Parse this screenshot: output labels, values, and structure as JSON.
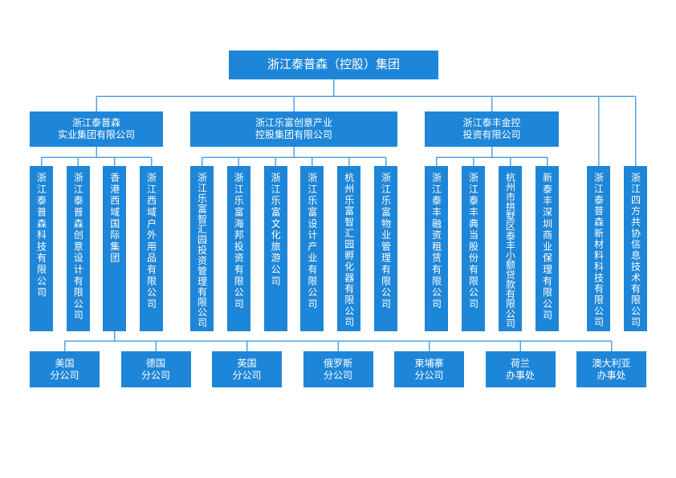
{
  "colors": {
    "box": "#1e86d8",
    "line": "#4fa3e6",
    "text": "#ffffff",
    "background": "#ffffff"
  },
  "root": {
    "name": "浙江泰普森（控股）集团"
  },
  "groups": [
    {
      "lines": [
        "浙江泰普森",
        "实业集团有限公司"
      ],
      "units": [
        {
          "name": "浙江泰普森科技有限公司"
        },
        {
          "name": "浙江泰普森创意设计有限公司"
        },
        {
          "name": "香港西域国际集团",
          "branches": [
            {
              "lines": [
                "美国",
                "分公司"
              ]
            },
            {
              "lines": [
                "德国",
                "分公司"
              ]
            },
            {
              "lines": [
                "英国",
                "分公司"
              ]
            },
            {
              "lines": [
                "俄罗斯",
                "分公司"
              ]
            },
            {
              "lines": [
                "柬埔寨",
                "分公司"
              ]
            },
            {
              "lines": [
                "荷兰",
                "办事处"
              ]
            },
            {
              "lines": [
                "澳大利亚",
                "办事处"
              ]
            }
          ]
        },
        {
          "name": "浙江西域户外用品有限公司"
        }
      ]
    },
    {
      "lines": [
        "浙江乐富创意产业",
        "控股集团有限公司"
      ],
      "units": [
        {
          "name": "浙江乐富智汇园投资管理有限公司"
        },
        {
          "name": "浙江乐富海邦投资有限公司"
        },
        {
          "name": "浙江乐富文化旅游公司"
        },
        {
          "name": "浙江乐富设计产业有限公司"
        },
        {
          "name": "杭州乐富智汇园孵化器有限公司"
        },
        {
          "name": "浙江乐富物业管理有限公司"
        }
      ]
    },
    {
      "lines": [
        "浙江泰丰金控",
        "投资有限公司"
      ],
      "units": [
        {
          "name": "浙江泰丰融资租赁有限公司"
        },
        {
          "name": "浙江泰丰典当股份有限公司"
        },
        {
          "name": "杭州市拱墅区泰丰小额贷款有限公司"
        },
        {
          "name": "新泰丰深圳商业保理有限公司"
        }
      ]
    }
  ],
  "direct_units": [
    {
      "name": "浙江泰普森新材料科技有限公司"
    },
    {
      "name": "浙江四方共协信息技术有限公司"
    }
  ]
}
